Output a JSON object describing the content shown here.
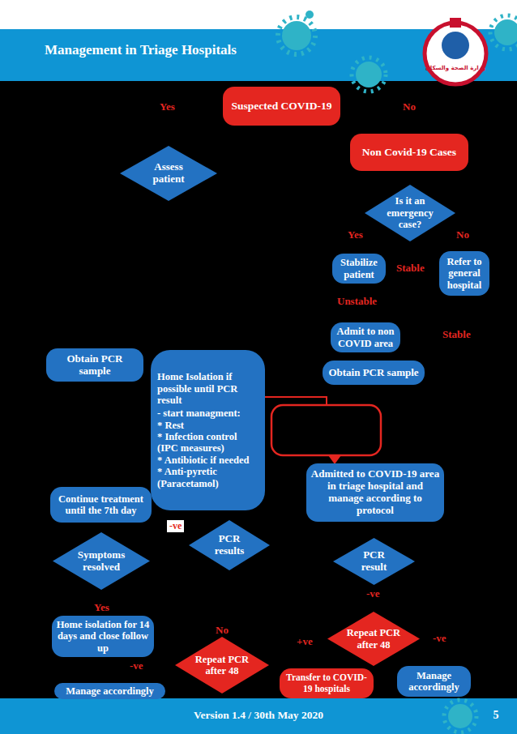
{
  "diagram": {
    "title": "Management in Triage Hospitals",
    "nodes": [
      {
        "text": [
          "Suspected COVID-19"
        ]
      },
      {
        "text": [
          "Non Covid-19 Cases"
        ]
      },
      {
        "text": [
          "Assess patient"
        ]
      },
      {
        "text": [
          "Is it an emergency case?"
        ]
      },
      {
        "text": [
          "Stabilize patient"
        ]
      },
      {
        "text": [
          "Refer to general hospital"
        ]
      },
      {
        "text": [
          "Admit to non COVID area"
        ]
      },
      {
        "text": [
          "Obtain PCR sample"
        ]
      },
      {
        "text": [
          "Home Isolation if possible until PCR result",
          "- start managment:",
          "* Rest",
          "* Infection control (IPC measures)",
          "* Antibiotic if needed",
          "* Anti-pyretic (Paracetamol)"
        ]
      },
      {
        "text": [
          "Obtain PCR sample"
        ]
      },
      {
        "text": [
          "Admitted to COVID-19 area in triage hospital and manage according to protocol"
        ]
      },
      {
        "text": [
          "Continue treatment until the 7th day"
        ]
      },
      {
        "text": [
          "PCR results"
        ]
      },
      {
        "text": [
          "Symptoms resolved"
        ]
      },
      {
        "text": [
          "PCR result"
        ]
      },
      {
        "text": [
          "Home isolation for 14 days and close follow up"
        ]
      },
      {
        "text": [
          "Repeat PCR after 48"
        ]
      },
      {
        "text": [
          "Repeat PCR after 48"
        ]
      },
      {
        "text": [
          "Transfer to COVID-19 hospitals"
        ]
      },
      {
        "text": [
          "Manage accordingly"
        ]
      },
      {
        "text": [
          "Manage accordingly"
        ]
      }
    ],
    "labels": [
      "Yes",
      "No",
      "Yes",
      "No",
      "Stable",
      "Unstable",
      "Stable",
      "-ve",
      "Yes",
      "No",
      "-ve",
      "+ve",
      "-ve",
      "-ve",
      "Version 1.4 / 30th May 2020",
      "5",
      "وزارة الصحة والسكان"
    ]
  }
}
